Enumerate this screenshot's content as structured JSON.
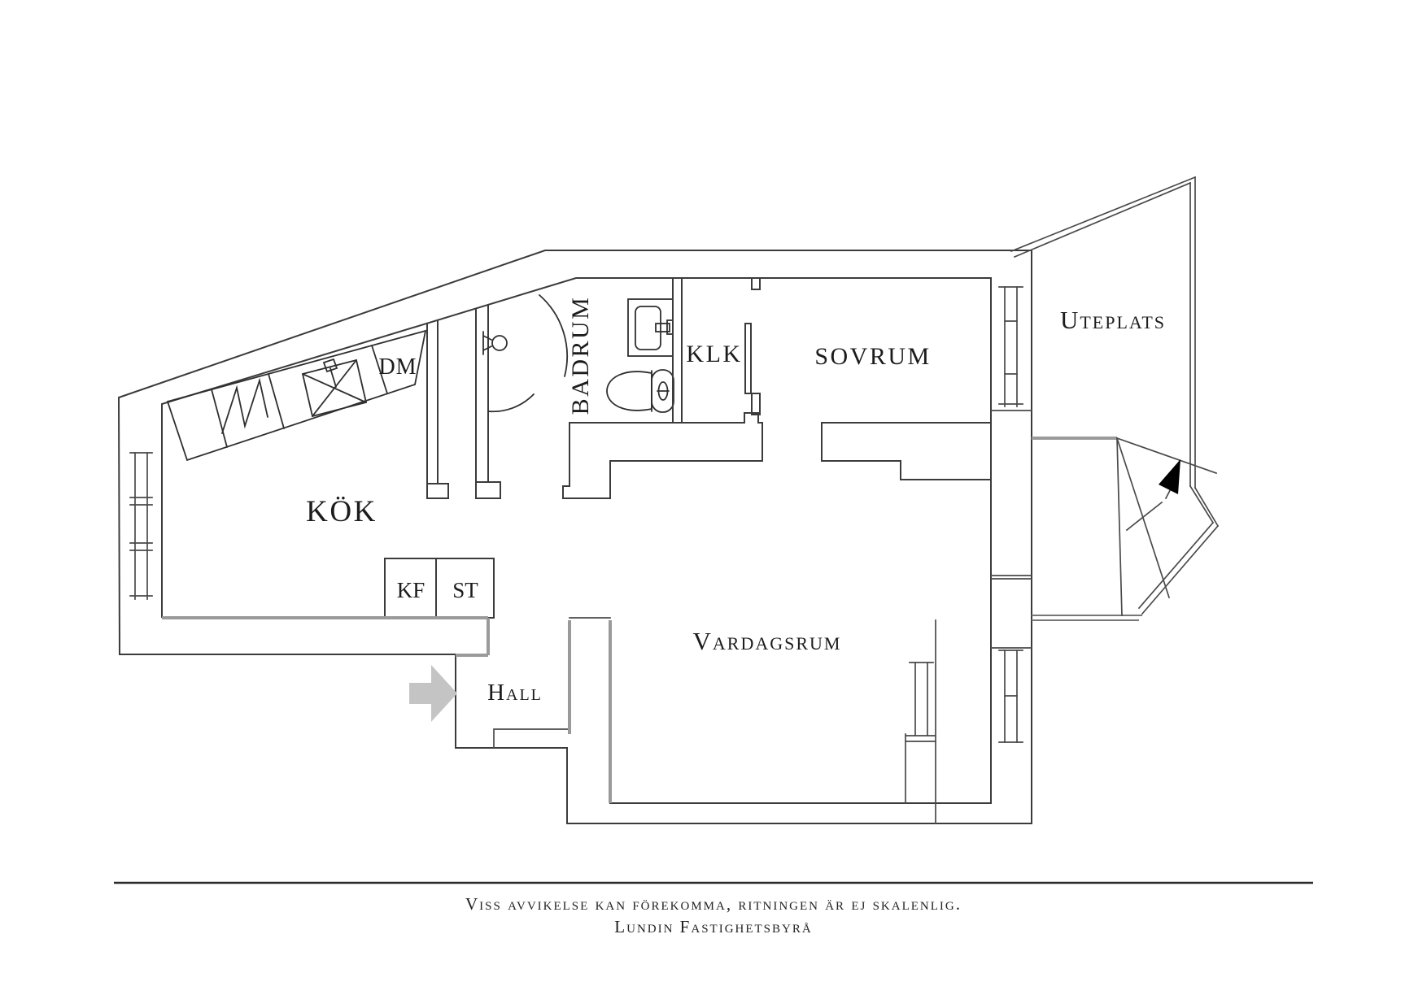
{
  "plan": {
    "title": "floor-plan",
    "colors": {
      "background": "#ffffff",
      "wall_line": "#3b3b3b",
      "grey_wall_line": "#9a9a9a",
      "text": "#1c1c1c",
      "entry_arrow": "#c4c4c4",
      "stair_arrow": "#000000"
    },
    "rooms": [
      {
        "id": "kok",
        "label": "KÖK"
      },
      {
        "id": "badrum",
        "label": "BADRUM"
      },
      {
        "id": "klk",
        "label": "KLK"
      },
      {
        "id": "sovrum",
        "label": "SOVRUM"
      },
      {
        "id": "uteplats",
        "label": "Uteplats"
      },
      {
        "id": "vardagsrum",
        "label": "Vardagsrum"
      },
      {
        "id": "hall",
        "label": "Hall"
      }
    ],
    "appliances": [
      {
        "id": "dm",
        "label": "DM"
      },
      {
        "id": "kf",
        "label": "KF"
      },
      {
        "id": "st",
        "label": "ST"
      }
    ]
  },
  "footer": {
    "line1": "Viss avvikelse kan förekomma, ritningen är ej skalenlig.",
    "line2": "Lundin Fastighetsbyrå"
  }
}
